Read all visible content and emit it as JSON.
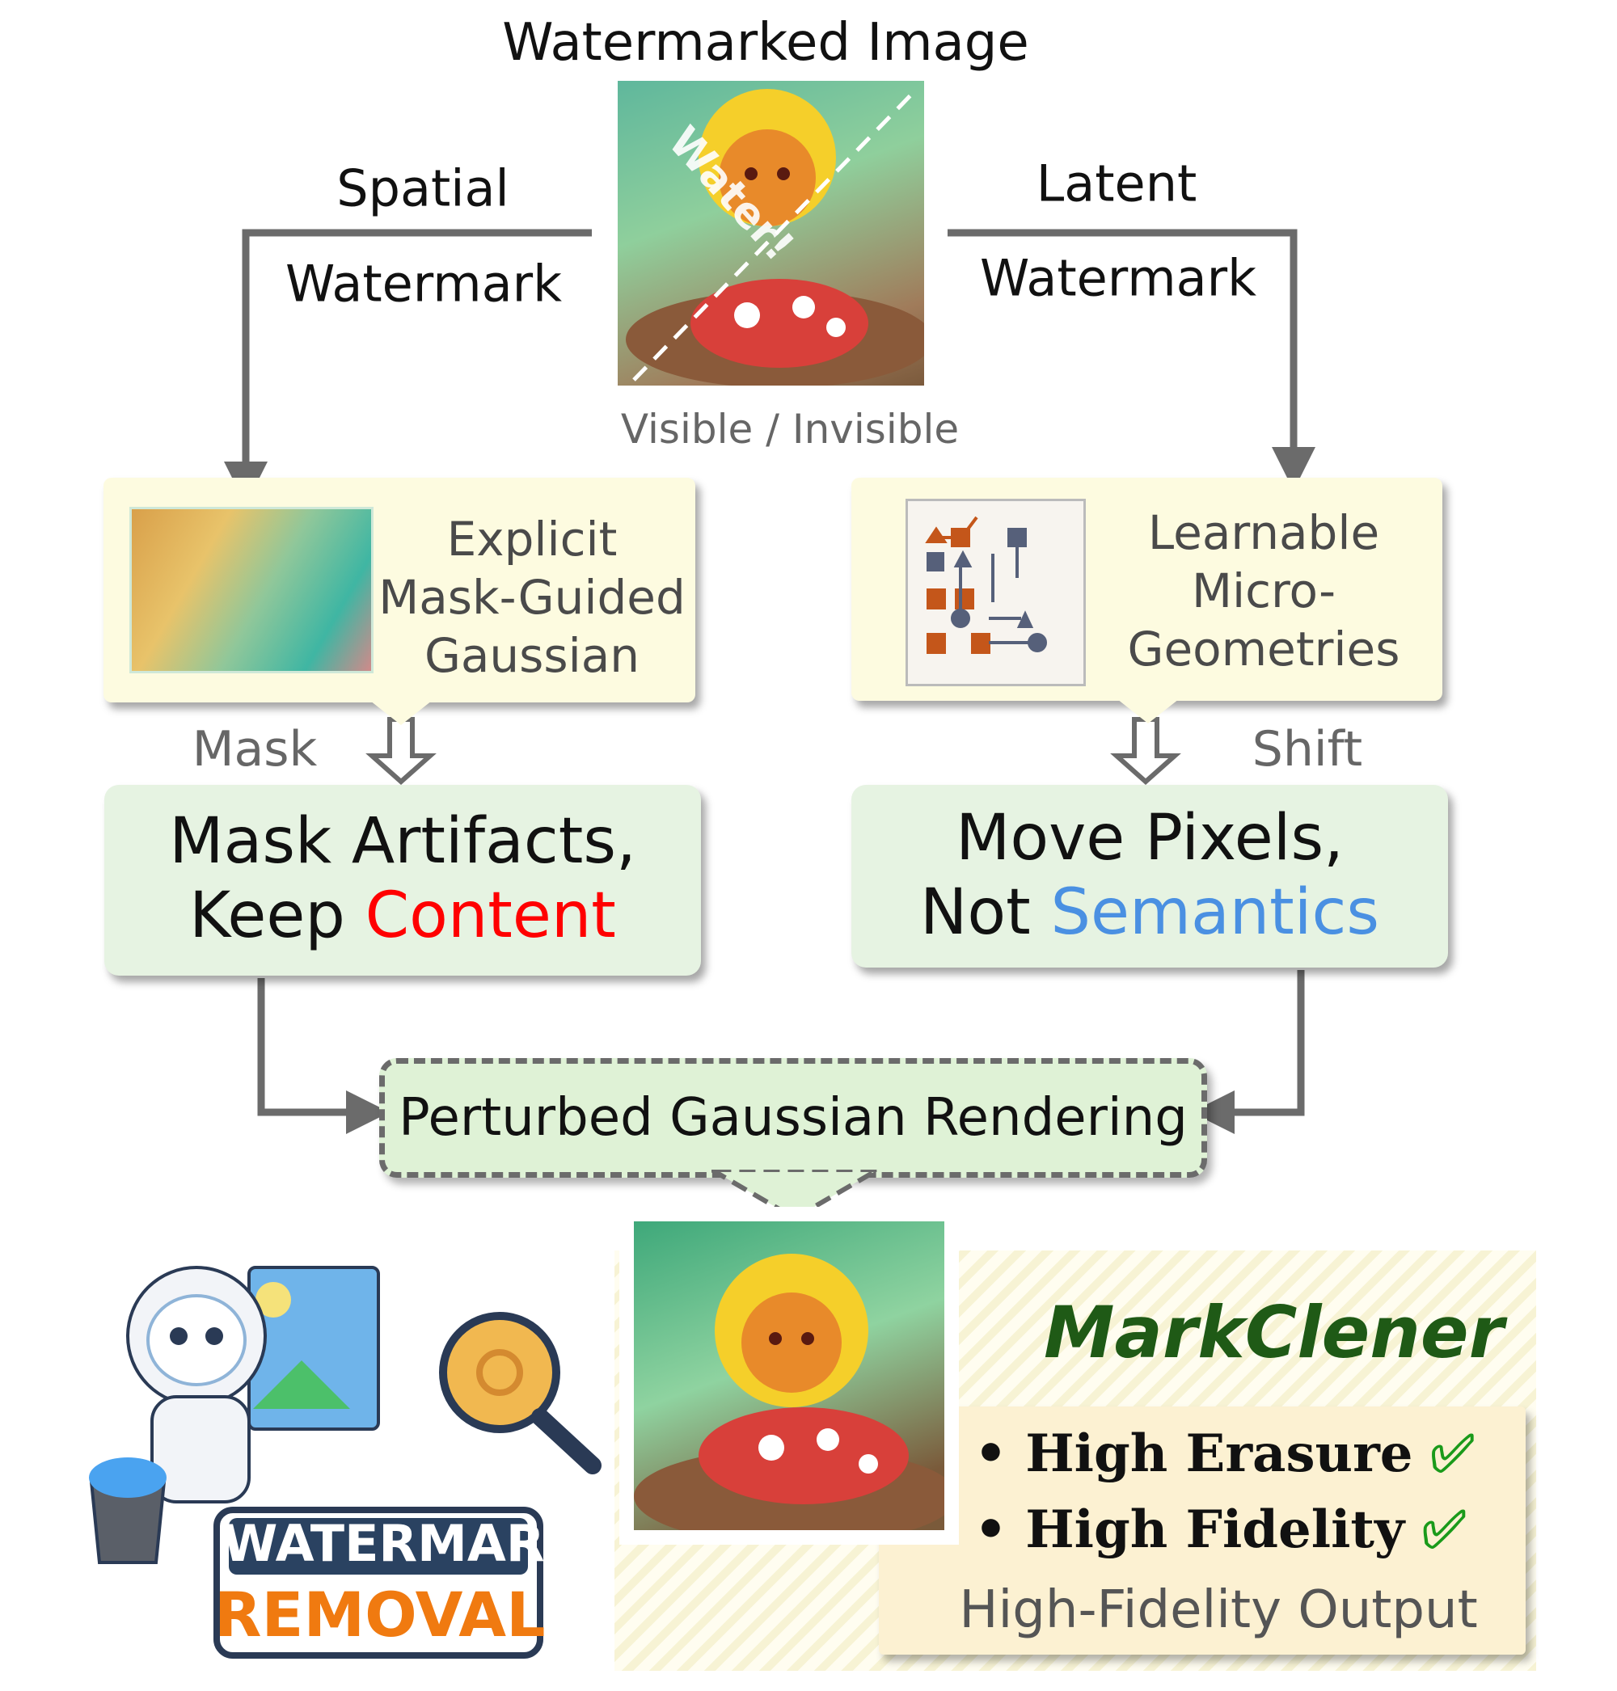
{
  "title": "Watermarked Image",
  "top_image": {
    "overlay_text": "Water!",
    "caption": "Visible / Invisible"
  },
  "left_branch": {
    "label_top": "Spatial",
    "label_bottom": "Watermark"
  },
  "right_branch": {
    "label_top": "Latent",
    "label_bottom": "Watermark"
  },
  "left_module": {
    "lines": [
      "Explicit",
      "Mask-Guided",
      "Gaussian"
    ],
    "arrow_label": "Mask"
  },
  "right_module": {
    "lines": [
      "Learnable",
      "Micro-",
      "Geometries"
    ],
    "arrow_label": "Shift"
  },
  "left_result": {
    "line1": "Mask Artifacts,",
    "line2_prefix": "Keep ",
    "line2_highlight": "Content",
    "highlight_color": "#ff0000"
  },
  "right_result": {
    "line1": "Move Pixels,",
    "line2_prefix": "Not ",
    "line2_highlight": "Semantics",
    "highlight_color": "#4a90e2"
  },
  "rendering": {
    "label": "Perturbed Gaussian Rendering"
  },
  "logo": {
    "line1": "WATERMARK",
    "line2": "REMOVAL"
  },
  "output": {
    "name": "MarkClener",
    "bullets": [
      "High Erasure",
      "High Fidelity"
    ],
    "check_icon": "check-circle-icon",
    "caption": "High-Fidelity Output"
  },
  "colors": {
    "connector": "#6b6b6b",
    "brand_green": "#1f5a16",
    "check_green": "#1a9a1a"
  }
}
